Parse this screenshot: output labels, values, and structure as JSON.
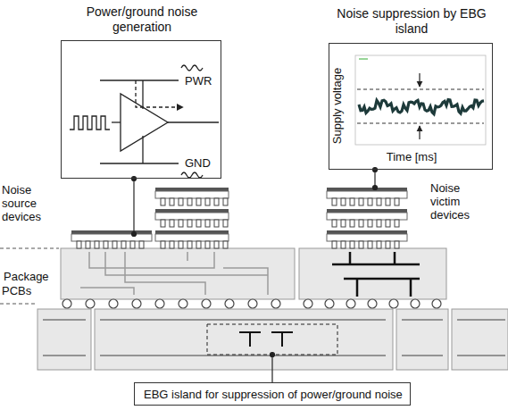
{
  "diagram": {
    "nodes": [
      {
        "text": [
          "Power/ground noise generation",
          "PWR",
          "GND"
        ]
      },
      {
        "text": [
          "Noise suppression by EBG island",
          "Supply voltage",
          "Time [ms]"
        ]
      },
      {
        "text": [
          "EBG island for suppression of power/ground noise"
        ]
      }
    ],
    "labels": [
      "Noise source devices",
      "Noise victim devices",
      "Package",
      "PCBs"
    ]
  }
}
